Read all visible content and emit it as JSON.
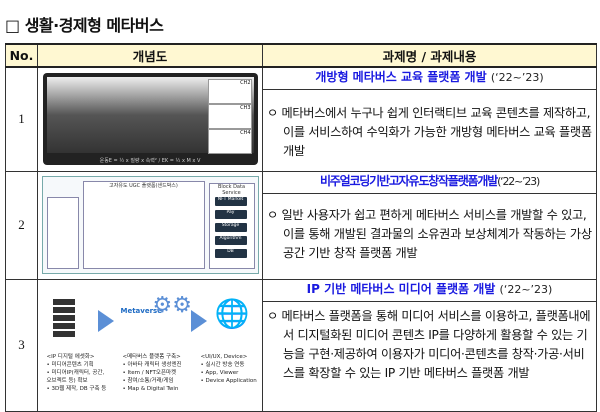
{
  "heading": "□ 생활·경제형 메타버스",
  "columns": [
    "No.",
    "개념도",
    "과제명 / 과제내용"
  ],
  "rows": [
    {
      "no": "1",
      "title": "개방형 메타버스 교육 플랫폼 개발",
      "period": "(‘22~’23)",
      "desc": "ㅇ 메타버스에서 누구나 쉽게 인터랙티브 교육 콘텐츠를 제작하고, 이를 서비스하여 수익화가 가능한 개방형 메타버스 교육 플랫폼 개발",
      "figure": {
        "channels": [
          "CH2",
          "CH3",
          "CH4"
        ],
        "caption": "운동E = ½ x 질량 x 속력² / EK = ½ x M x V"
      }
    },
    {
      "no": "2",
      "title": "비주얼코딩기반고자유도창작플랫폼개발",
      "period": "(‘22~’23)",
      "desc": "ㅇ 일반 사용자가 쉽고 편하게 메타버스 서비스를 개발할 수 있고, 이를 통해 개발된 결과물의 소유권과 보상체계가 작동하는 가상공간 기반 창작 플랫폼 개발",
      "figure": {
        "header": "고자유도 UGC 플랫폼(샌드박스)",
        "side": [
          "Block Data Service",
          "NFT Market",
          "Pay",
          "Storage",
          "Algorithm",
          "DB"
        ]
      }
    },
    {
      "no": "3",
      "title": "IP 기반 메타버스 미디어 플랫폼 개발",
      "period": "(‘22~’23)",
      "desc": "ㅇ 메타버스 플랫폼을 통해 미디어 서비스를 이용하고, 플랫폼내에서 디지털화된 미디어 콘텐츠 IP를 다양하게 활용할 수 있는 기능을 구현·제공하여 이용자가 미디어·콘텐츠를 창작·가공·서비스를 확장할 수 있는 IP 기반 메타버스 플랫폼 개발",
      "figure": {
        "logo": "Metaverse",
        "groups": [
          {
            "title": "<IP 디지털 에셋화>",
            "items": [
              "• 미디어콘텐츠 기획",
              "• 미디어IP(캐릭터, 공간, 오브젝트 등) 확보",
              "• 3D웹 제작, DB 구축 등"
            ]
          },
          {
            "title": "<메타버스 플랫폼 구축>",
            "items": [
              "• 아바타 캐릭터 생성엔진",
              "• Item / NFT오픈마켓",
              "• 참여/소통/거래/게임",
              "• Map & Digital Twin"
            ]
          },
          {
            "title": "<UI/UX, Device>",
            "items": [
              "• 실시간 방송 연동",
              "• App, Viewer",
              "• Device Application"
            ]
          }
        ]
      }
    }
  ],
  "colors": {
    "title_blue": "#1a1ae0",
    "header_bg": "#fff8d2"
  }
}
